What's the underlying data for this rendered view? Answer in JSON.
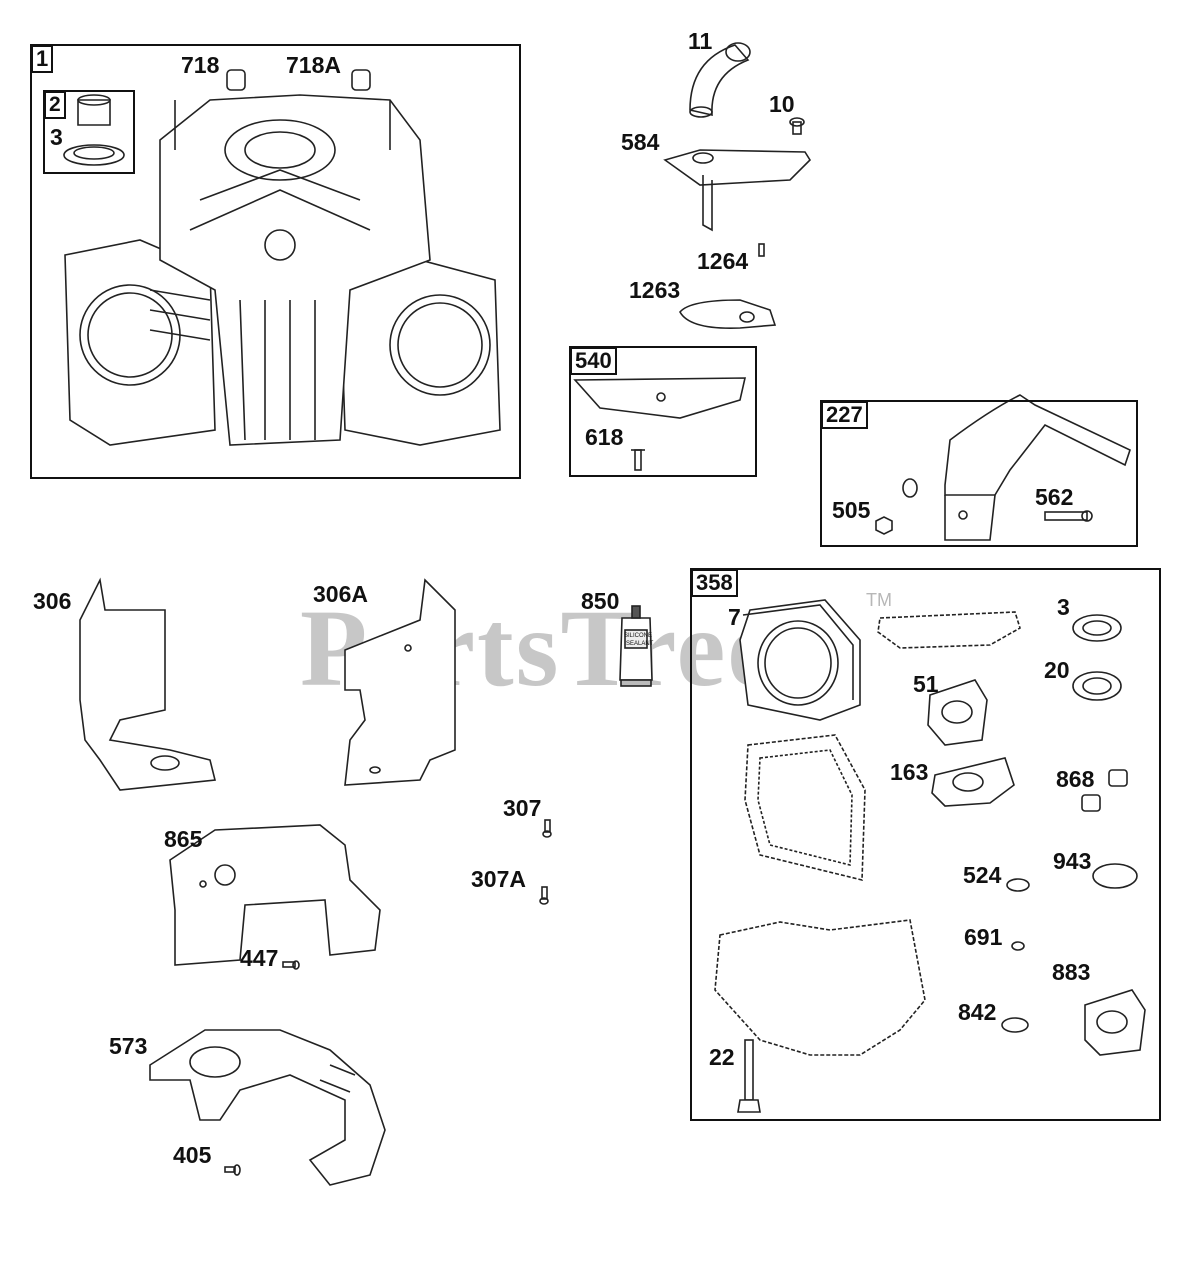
{
  "watermark": {
    "text": "PartsTree",
    "tm": "TM"
  },
  "tube_text": {
    "line1": "SILICONE",
    "line2": "SEALANT"
  },
  "boxes": {
    "b1": "1",
    "b2": "2",
    "b540": "540",
    "b227": "227",
    "b358": "358"
  },
  "labels": {
    "p3": "3",
    "p718": "718",
    "p718a": "718A",
    "p11": "11",
    "p10": "10",
    "p584": "584",
    "p1264": "1264",
    "p1263": "1263",
    "p618": "618",
    "p505": "505",
    "p562": "562",
    "p306": "306",
    "p306a": "306A",
    "p850": "850",
    "p307": "307",
    "p307a": "307A",
    "p865": "865",
    "p447": "447",
    "p573": "573",
    "p405": "405",
    "p7": "7",
    "p3b": "3",
    "p20": "20",
    "p51": "51",
    "p163": "163",
    "p868": "868",
    "p524": "524",
    "p943": "943",
    "p691": "691",
    "p883": "883",
    "p842": "842",
    "p22": "22"
  }
}
